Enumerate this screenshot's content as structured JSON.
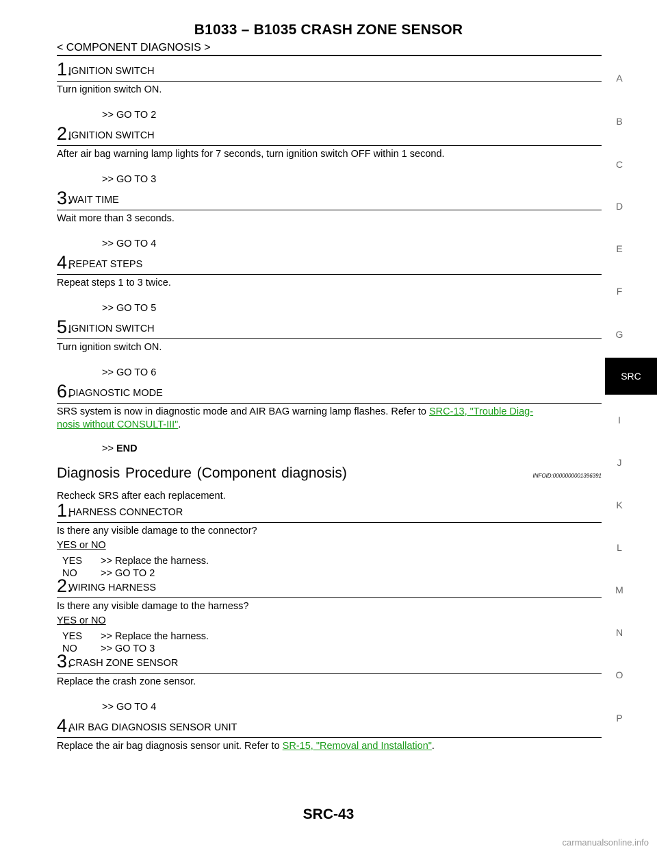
{
  "header": {
    "title": "B1033 – B1035 CRASH ZONE SENSOR",
    "subtitle": "< COMPONENT DIAGNOSIS >"
  },
  "side_index": [
    "A",
    "B",
    "C",
    "D",
    "E",
    "F",
    "G",
    "I",
    "J",
    "K",
    "L",
    "M",
    "N",
    "O",
    "P"
  ],
  "side_tab": "SRC",
  "part1": {
    "s1": {
      "num": "1.",
      "title": "IGNITION SWITCH",
      "body": "Turn ignition switch ON.",
      "goto": ">> GO TO 2"
    },
    "s2": {
      "num": "2.",
      "title": "IGNITION SWITCH",
      "body": "After air bag warning lamp lights for 7 seconds, turn ignition switch OFF within 1 second.",
      "goto": ">> GO TO 3"
    },
    "s3": {
      "num": "3.",
      "title": "WAIT TIME",
      "body": "Wait more than 3 seconds.",
      "goto": ">> GO TO 4"
    },
    "s4": {
      "num": "4.",
      "title": "REPEAT STEPS",
      "body": "Repeat steps 1 to 3 twice.",
      "goto": ">> GO TO 5"
    },
    "s5": {
      "num": "5.",
      "title": "IGNITION SWITCH",
      "body": "Turn ignition switch ON.",
      "goto": ">> GO TO 6"
    },
    "s6": {
      "num": "6.",
      "title": "DIAGNOSTIC MODE",
      "body_pre": "SRS system is now in diagnostic mode and AIR BAG warning lamp flashes. Refer to ",
      "link1": "SRC-13, \"Trouble Diag-",
      "link2": "nosis without CONSULT-III\"",
      "body_post": ".",
      "goto_prefix": ">>",
      "goto_bold": "END"
    }
  },
  "section": {
    "title": "Diagnosis Procedure (Component diagnosis)",
    "infoid": "INFOID:0000000001396391",
    "intro": "Recheck SRS after each replacement."
  },
  "part2": {
    "s1": {
      "num": "1.",
      "title": "HARNESS CONNECTOR",
      "body": "Is there any visible damage to the connector?",
      "yesno": "YES or NO",
      "yes_key": "YES",
      "yes_val": ">> Replace the harness.",
      "no_key": "NO",
      "no_val": ">> GO TO 2"
    },
    "s2": {
      "num": "2.",
      "title": "WIRING HARNESS",
      "body": "Is there any visible damage to the harness?",
      "yesno": "YES or NO",
      "yes_key": "YES",
      "yes_val": ">> Replace the harness.",
      "no_key": "NO",
      "no_val": ">> GO TO 3"
    },
    "s3": {
      "num": "3.",
      "title": "CRASH ZONE SENSOR",
      "body": "Replace the crash zone sensor.",
      "goto": ">> GO TO 4"
    },
    "s4": {
      "num": "4.",
      "title": "AIR BAG DIAGNOSIS SENSOR UNIT",
      "body_pre": "Replace the air bag diagnosis sensor unit.  Refer to ",
      "link": "SR-15, \"Removal and Installation\"",
      "body_post": "."
    }
  },
  "footer": {
    "page": "SRC-43",
    "watermark": "carmanualsonline.info"
  }
}
